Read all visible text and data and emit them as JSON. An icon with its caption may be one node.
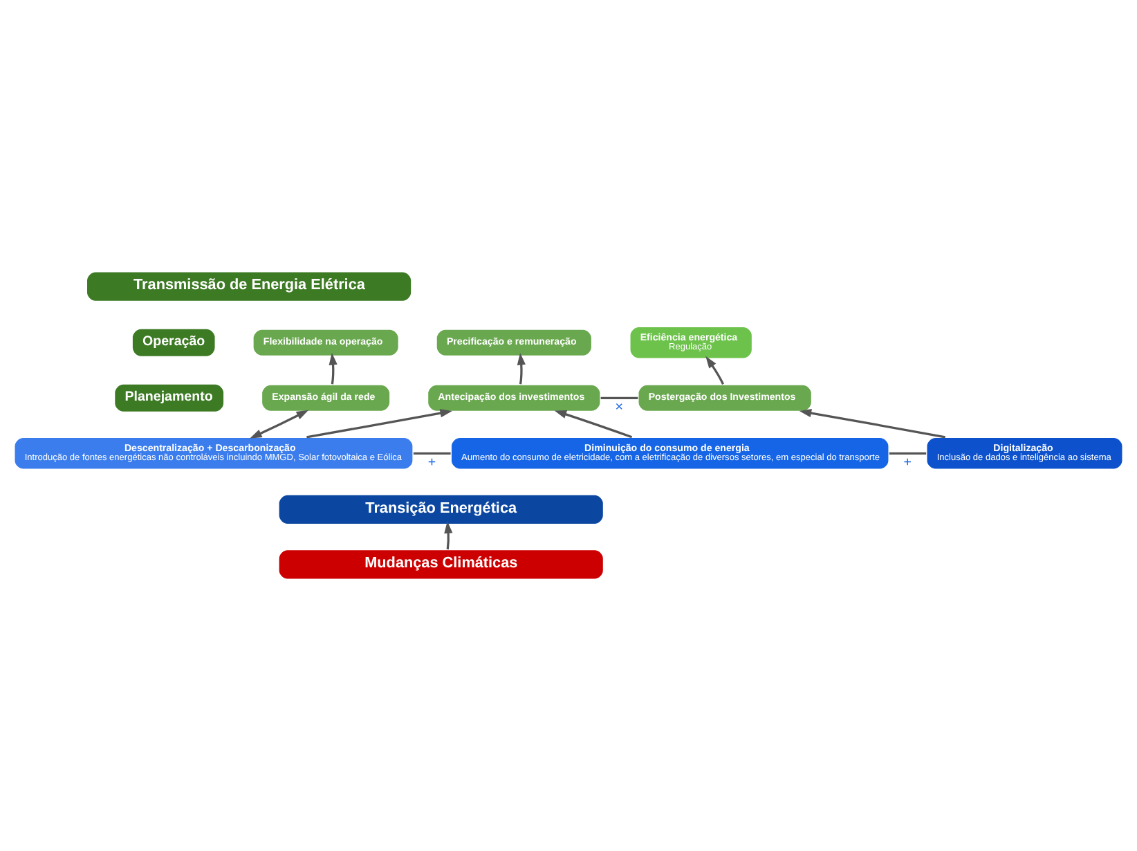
{
  "diagram": {
    "nodes": [
      {
        "text": [
          "Transmissão de Energia Elétrica"
        ]
      },
      {
        "text": [
          "Operação"
        ]
      },
      {
        "text": [
          "Flexibilidade na operação"
        ]
      },
      {
        "text": [
          "Precificação e remuneração"
        ]
      },
      {
        "text": [
          "Eficiência energética",
          "Regulação"
        ]
      },
      {
        "text": [
          "Planejamento"
        ]
      },
      {
        "text": [
          "Expansão ágil da rede"
        ]
      },
      {
        "text": [
          "Antecipação dos investimentos"
        ]
      },
      {
        "text": [
          "Postergação dos Investimentos"
        ]
      },
      {
        "text": [
          "Descentralização + Descarbonização",
          "Introdução de fontes energéticas não controláveis incluindo MMGD, Solar fotovoltaica e Eólica"
        ]
      },
      {
        "text": [
          "Diminuição do consumo de energia",
          "Aumento do consumo de eletricidade, com a eletrificação de diversos setores, em especial do transporte"
        ]
      },
      {
        "text": [
          "Digitalização",
          "Inclusão de dados e inteligência ao sistema"
        ]
      },
      {
        "text": [
          "Transição Energética"
        ]
      },
      {
        "text": [
          "Mudanças Climáticas"
        ]
      }
    ],
    "edges": [
      {
        "from": 6,
        "to": 2,
        "arrow": "to"
      },
      {
        "from": 7,
        "to": 3,
        "arrow": "to"
      },
      {
        "from": 8,
        "to": 4,
        "arrow": "to"
      },
      {
        "from": 7,
        "to": 8,
        "arrow": "none",
        "label": "×"
      },
      {
        "from": 9,
        "to": 6,
        "arrow": "both"
      },
      {
        "from": 9,
        "to": 7,
        "arrow": "to"
      },
      {
        "from": 10,
        "to": 7,
        "arrow": "to"
      },
      {
        "from": 11,
        "to": 8,
        "arrow": "to"
      },
      {
        "from": 9,
        "to": 10,
        "arrow": "none",
        "label": "+"
      },
      {
        "from": 10,
        "to": 11,
        "arrow": "none",
        "label": "+"
      },
      {
        "from": 13,
        "to": 12,
        "arrow": "to"
      }
    ]
  }
}
